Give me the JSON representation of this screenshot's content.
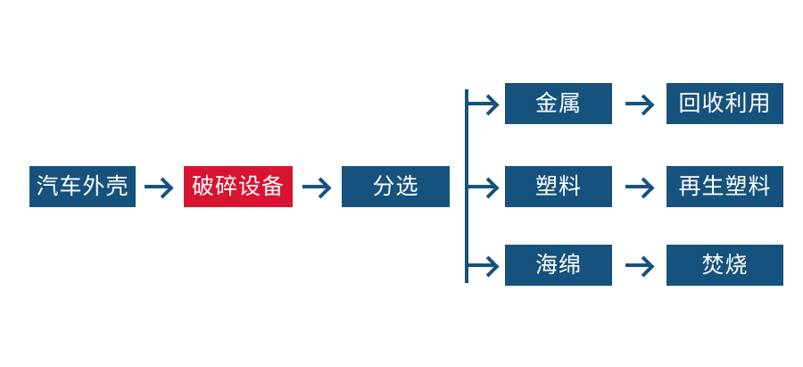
{
  "diagram": {
    "type": "flowchart",
    "direction": "left-to-right",
    "colors": {
      "node_blue": "#15527E",
      "node_red": "#D91430",
      "connector": "#15527E",
      "text": "#FFFFFF",
      "background": "#FFFFFF"
    },
    "flow": {
      "main_nodes": [
        {
          "label": "汽车外壳",
          "variant": "blue"
        },
        {
          "label": "破碎设备",
          "variant": "red"
        },
        {
          "label": "分选",
          "variant": "blue"
        }
      ],
      "branches": [
        {
          "source": "金属",
          "result": "回收利用"
        },
        {
          "source": "塑料",
          "result": "再生塑料"
        },
        {
          "source": "海绵",
          "result": "焚烧"
        }
      ]
    }
  }
}
